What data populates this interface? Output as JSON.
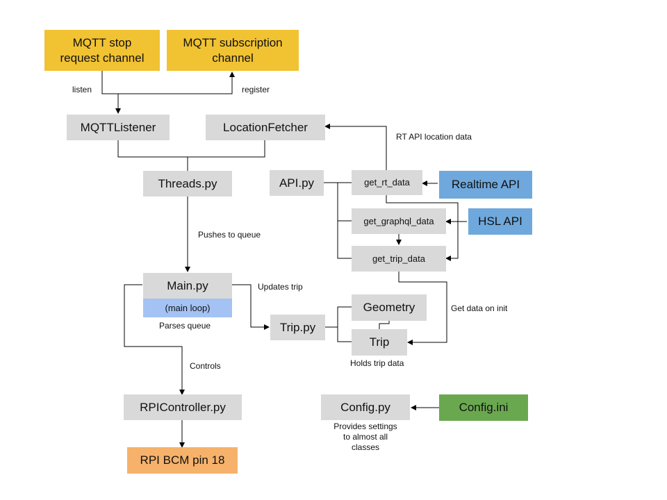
{
  "nodes": {
    "mqtt_stop": {
      "line1": "MQTT stop",
      "line2": "request channel"
    },
    "mqtt_sub": {
      "line1": "MQTT subscription",
      "line2": "channel"
    },
    "mqtt_listener": "MQTTListener",
    "location_fetcher": "LocationFetcher",
    "threads": "Threads.py",
    "api": "API.py",
    "get_rt_data": "get_rt_data",
    "get_graphql_data": "get_graphql_data",
    "get_trip_data": "get_trip_data",
    "realtime_api": "Realtime API",
    "hsl_api": "HSL API",
    "main": "Main.py",
    "main_loop": "(main loop)",
    "trip_py": "Trip.py",
    "geometry": "Geometry",
    "trip": "Trip",
    "rpi_controller": "RPIController.py",
    "rpi_pin": "RPI BCM pin 18",
    "config_py": "Config.py",
    "config_ini": "Config.ini"
  },
  "labels": {
    "listen": "listen",
    "register": "register",
    "rt_api_location": "RT API location data",
    "pushes_to_queue": "Pushes to queue",
    "updates_trip": "Updates trip",
    "parses_queue": "Parses queue",
    "get_data_on_init": "Get data on init",
    "holds_trip_data": "Holds trip data",
    "controls": "Controls",
    "provides_settings": {
      "line1": "Provides settings",
      "line2": "to almost all",
      "line3": "classes"
    }
  },
  "colors": {
    "grey_box": "#d9d9d9",
    "yellow_box": "#f1c232",
    "blue_box": "#6fa8dc",
    "lightblue_box": "#a4c2f4",
    "green_box": "#6aa84f",
    "orange_box": "#f6b26b",
    "line": "#000000"
  }
}
